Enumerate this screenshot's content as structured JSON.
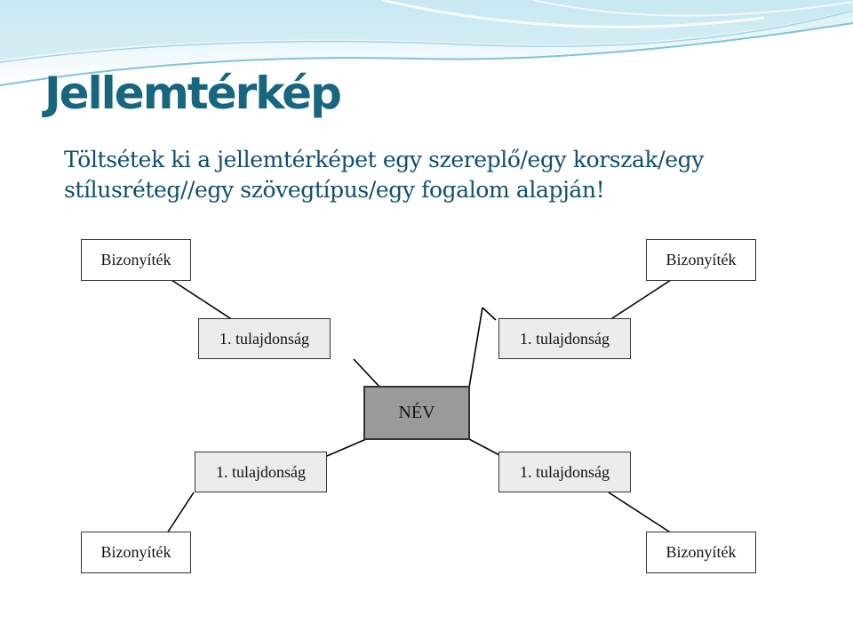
{
  "slide": {
    "title": "Jellemtérkép",
    "instruction": "Töltsétek ki a jellemtérképet egy szereplő/egy korszak/egy stílusréteg//egy szövegtípus/egy fogalom alapján!"
  },
  "diagram": {
    "center": "NÉV",
    "evidence_top_left": "Bizonyíték",
    "evidence_top_right": "Bizonyíték",
    "evidence_bottom_left": "Bizonyíték",
    "evidence_bottom_right": "Bizonyíték",
    "trait_upper_left": "1. tulajdonság",
    "trait_upper_right": "1. tulajdonság",
    "trait_lower_left": "1. tulajdonság",
    "trait_lower_right": "1. tulajdonság"
  },
  "colors": {
    "title": "#17667f",
    "instruction": "#0f4f6d",
    "center_fill": "#9a9a9a",
    "trait_fill": "#ececec",
    "evidence_fill": "#ffffff"
  }
}
